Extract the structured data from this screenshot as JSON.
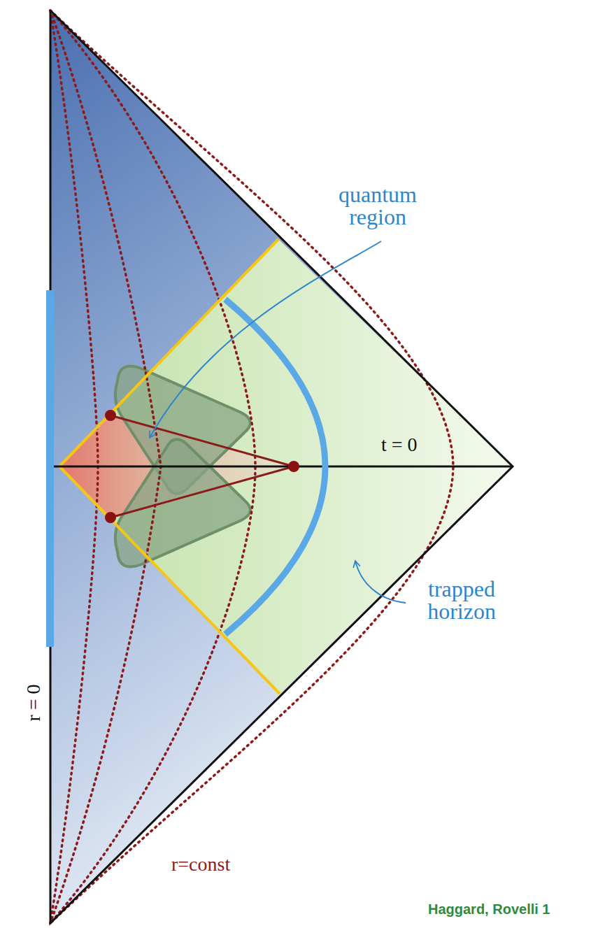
{
  "diagram": {
    "labels": [
      "quantum region",
      "trapped horizon",
      "t = 0",
      "r = 0",
      "r=const",
      "Haggard, Rovelli 1"
    ]
  }
}
